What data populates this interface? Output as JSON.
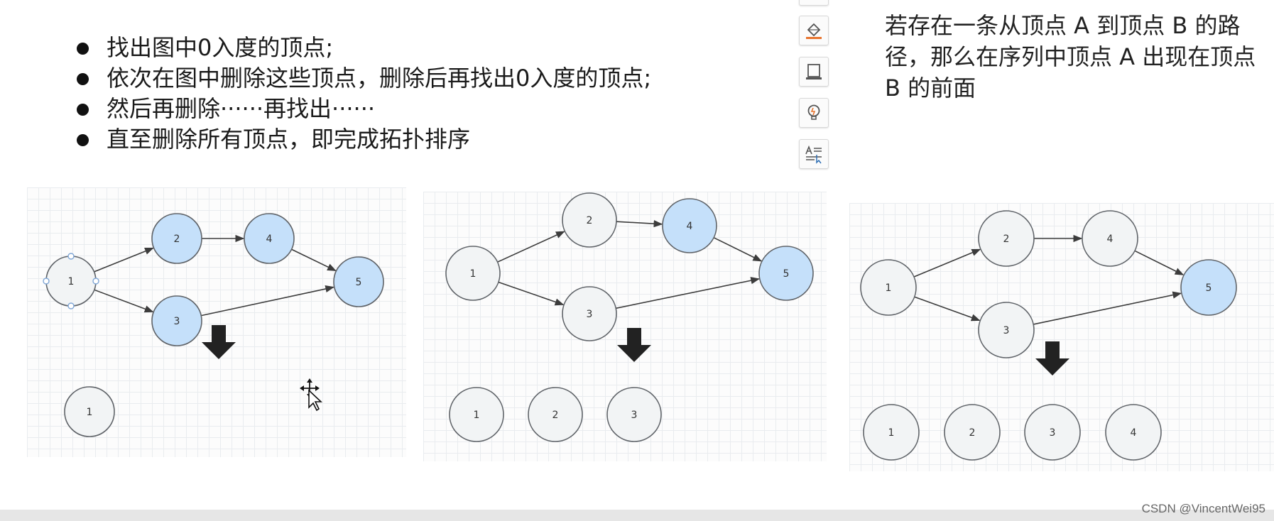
{
  "bullets": [
    "找出图中0入度的顶点;",
    "依次在图中删除这些顶点，删除后再找出0入度的顶点;",
    "然后再删除······再找出······",
    "直至删除所有顶点，即完成拓扑排序"
  ],
  "note": "若存在一条从顶点 A 到顶点 B 的路径，那么在序列中顶点 A 出现在顶点 B 的前面",
  "toolbar": {
    "icons": [
      "fill-bucket-icon",
      "frame-icon",
      "lightbulb-icon",
      "text-format-icon"
    ]
  },
  "diagrams": [
    {
      "nodes": {
        "1": "1",
        "2": "2",
        "3": "3",
        "4": "4",
        "5": "5"
      },
      "highlighted": [
        "2",
        "3",
        "4",
        "5"
      ],
      "selected": "1",
      "removed": [
        "1"
      ]
    },
    {
      "nodes": {
        "1": "1",
        "2": "2",
        "3": "3",
        "4": "4",
        "5": "5"
      },
      "highlighted": [
        "4",
        "5"
      ],
      "removed": [
        "1",
        "2",
        "3"
      ]
    },
    {
      "nodes": {
        "1": "1",
        "2": "2",
        "3": "3",
        "4": "4",
        "5": "5"
      },
      "highlighted": [
        "5"
      ],
      "removed": [
        "1",
        "2",
        "3",
        "4"
      ]
    }
  ],
  "colors": {
    "highlight_fill": "#c5e0fa",
    "default_fill": "#f2f4f5",
    "node_stroke": "#5f6368",
    "edge": "#3c3c3c",
    "arrow": "#222222",
    "selection_handle": "#7fa6d6"
  },
  "watermark": "CSDN @VincentWei95"
}
